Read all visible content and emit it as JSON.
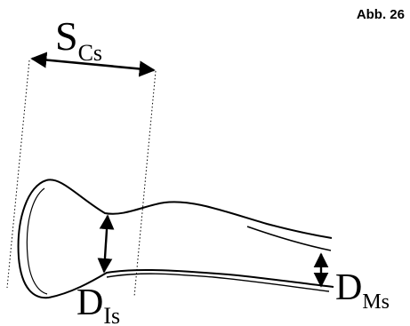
{
  "figure_label": "Abb. 26",
  "labels": {
    "s_cs": {
      "main": "S",
      "sub": "Cs"
    },
    "d_is": {
      "main": "D",
      "sub": "Is"
    },
    "d_ms": {
      "main": "D",
      "sub": "Ms"
    }
  },
  "colors": {
    "ink": "#000000",
    "background": "#ffffff"
  }
}
